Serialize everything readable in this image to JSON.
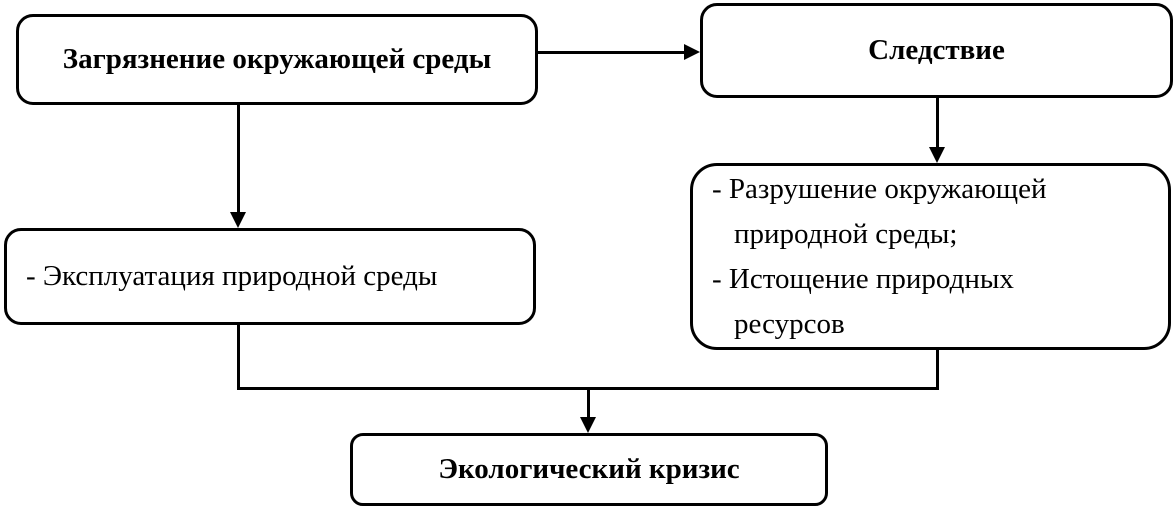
{
  "diagram": {
    "nodes": {
      "pollution": {
        "label": "Загрязнение окружающей среды"
      },
      "consequence": {
        "label": "Следствие"
      },
      "exploitation": {
        "label": "- Эксплуатация природной среды"
      },
      "effects": {
        "lines": [
          "- Разрушение окружающей",
          "природной среды;",
          "- Истощение природных",
          "ресурсов"
        ]
      },
      "crisis": {
        "label": "Экологический кризис"
      }
    },
    "colors": {
      "stroke": "#000000",
      "fill": "#ffffff",
      "text": "#000000"
    }
  }
}
